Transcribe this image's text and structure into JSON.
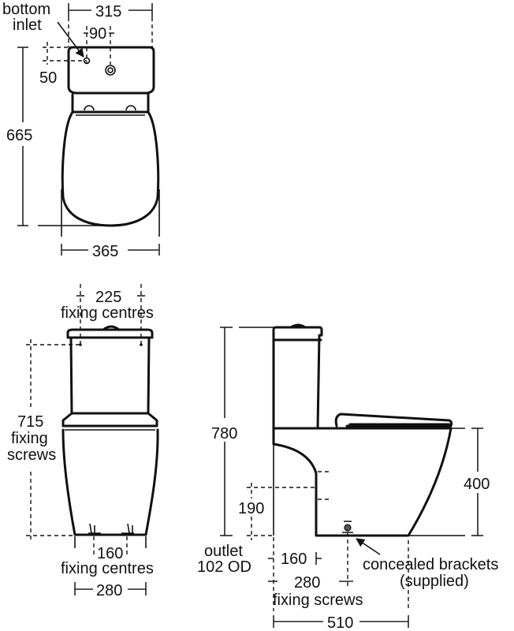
{
  "drawing": {
    "title": "Close-coupled WC technical drawing",
    "units": "mm"
  },
  "top_view": {
    "labels": {
      "bottom_inlet_1": "bottom",
      "bottom_inlet_2": "inlet",
      "width_top": "315",
      "inlet_offset_x": "90",
      "inlet_offset_y": "50",
      "depth": "665",
      "width_bottom": "365"
    }
  },
  "front_view": {
    "labels": {
      "top_fixing": "225",
      "top_fixing_caption": "fixing centres",
      "screw_height_1": "715",
      "screw_height_2": "fixing",
      "screw_height_3": "screws",
      "bottom_fixing": "160",
      "bottom_fixing_caption": "fixing centres",
      "base_width": "280"
    }
  },
  "side_view": {
    "labels": {
      "height": "780",
      "seat_height": "400",
      "outlet_height": "190",
      "outlet_1": "outlet",
      "outlet_2": "102 OD",
      "outlet_offset": "160",
      "screws_offset": "280",
      "screws_caption": "fixing screws",
      "brackets_1": "concealed brackets",
      "brackets_2": "(supplied)",
      "projection": "510"
    }
  }
}
